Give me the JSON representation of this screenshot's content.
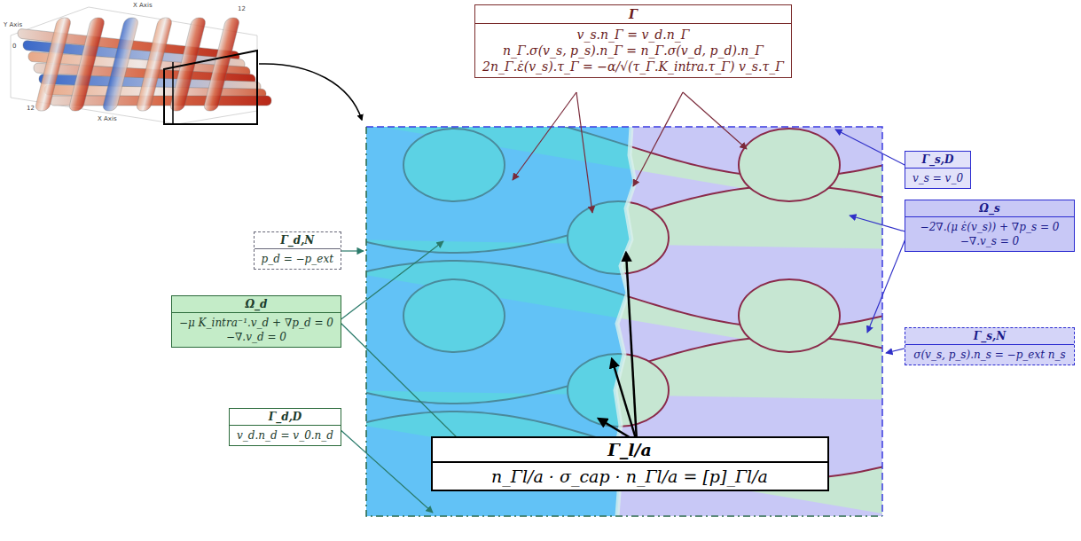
{
  "diagram": {
    "nodes": [
      {
        "text": [
          "Γ",
          "v_s.n_Γ = v_d.n_Γ",
          "n_Γ.σ(v_s, p_s).n_Γ = n_Γ.σ(v_d, p_d).n_Γ",
          "2n_Γ.ε̇(v_s).τ_Γ = −α/√(τ_Γ.K_intra.τ_Γ) v_s.τ_Γ"
        ]
      },
      {
        "text": [
          "Γ_s,D",
          "v_s = v_0"
        ]
      },
      {
        "text": [
          "Ω_s",
          "−2∇.(μ ε̇(v_s)) + ∇p_s = 0",
          "−∇.v_s = 0"
        ]
      },
      {
        "text": [
          "Γ_d,N",
          "p_d = −p_ext"
        ]
      },
      {
        "text": [
          "Ω_d",
          "−μ K_intra⁻¹.v_d + ∇p_d = 0",
          "−∇.v_d = 0"
        ]
      },
      {
        "text": [
          "Γ_s,N",
          "σ(v_s, p_s).n_s = −p_ext n_s"
        ]
      },
      {
        "text": [
          "Γ_d,D",
          "v_d.n_d = v_0.n_d"
        ]
      },
      {
        "text": [
          "Γ_l/a",
          "n_Γl/a · σ_cap · n_Γl/a = [p]_Γl/a"
        ]
      }
    ],
    "labels": [
      "Y Axis",
      "X Axis",
      "0",
      "12",
      "X Axis",
      "12"
    ]
  }
}
